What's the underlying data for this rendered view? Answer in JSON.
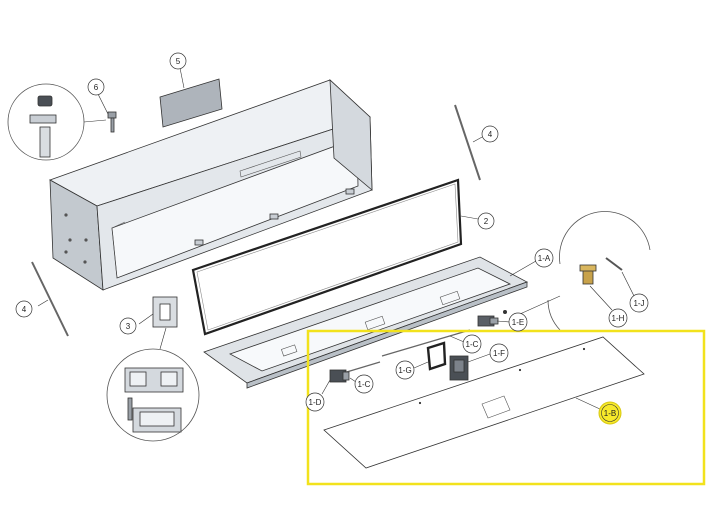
{
  "diagram": {
    "callouts": {
      "c1A": "1-A",
      "c1B": "1-B",
      "c1C_top": "1-C",
      "c1C_bottom": "1-C",
      "c1D": "1-D",
      "c1E": "1-E",
      "c1F": "1-F",
      "c1G": "1-G",
      "c1H": "1-H",
      "c1J": "1-J",
      "c2": "2",
      "c3": "3",
      "c4_left": "4",
      "c4_right": "4",
      "c5": "5",
      "c6": "6"
    },
    "colors": {
      "highlight_frame": "#f2e21c",
      "highlight_badge": "#f7e92a",
      "metal_fill": "#e9ecef",
      "metal_side": "#c9ced4",
      "plate_fill": "#aeb4bb",
      "brass": "#c8a24a",
      "gasket": "#222222"
    },
    "highlighted_callout": "1-B"
  }
}
